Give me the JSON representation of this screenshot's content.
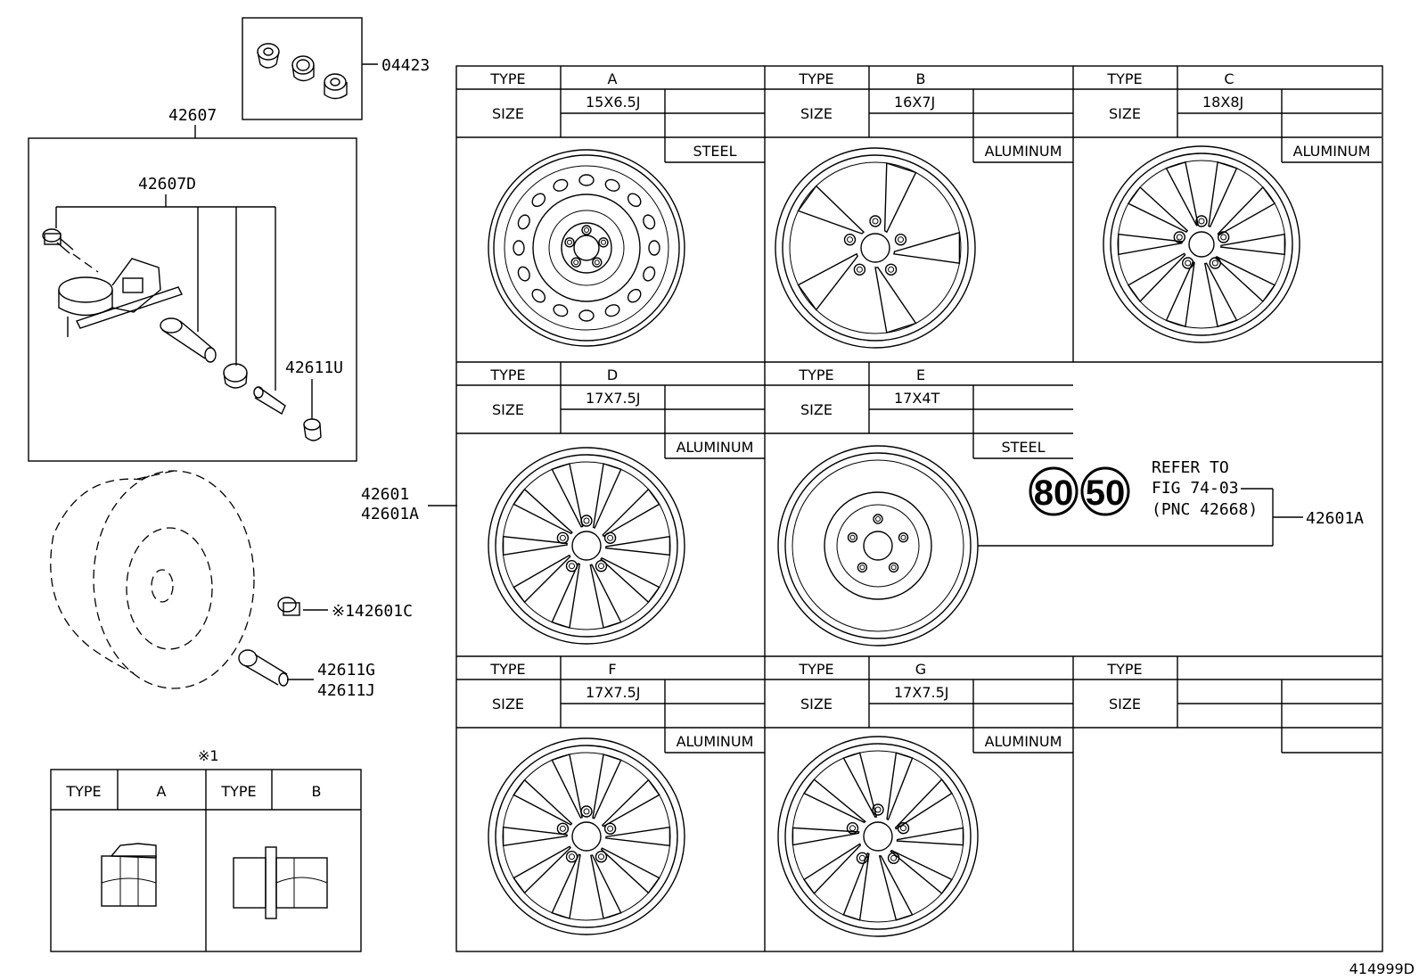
{
  "parts": {
    "p04423": "04423",
    "p42607": "42607",
    "p42607D": "42607D",
    "p42611U": "42611U",
    "p42601": "42601",
    "p42601A_left": "42601A",
    "p42601C": "※142601C",
    "p42611G": "42611G",
    "p42611J": "42611J",
    "p42601A_right": "42601A"
  },
  "refer": {
    "badge1": "80",
    "badge2": "50",
    "line1": "REFER TO",
    "line2": "FIG 74-03",
    "line3": "(PNC 42668)"
  },
  "nut_table": {
    "note": "※1",
    "type_label": "TYPE",
    "cols": [
      "A",
      "B"
    ]
  },
  "wheel_table": {
    "type_label": "TYPE",
    "size_label": "SIZE",
    "cells": [
      {
        "type": "A",
        "size": "15X6.5J",
        "material": "STEEL"
      },
      {
        "type": "B",
        "size": "16X7J",
        "material": "ALUMINUM"
      },
      {
        "type": "C",
        "size": "18X8J",
        "material": "ALUMINUM"
      },
      {
        "type": "D",
        "size": "17X7.5J",
        "material": "ALUMINUM"
      },
      {
        "type": "E",
        "size": "17X4T",
        "material": "STEEL"
      },
      {
        "type": "F",
        "size": "17X7.5J",
        "material": "ALUMINUM"
      },
      {
        "type": "G",
        "size": "17X7.5J",
        "material": "ALUMINUM"
      },
      {
        "type": "",
        "size": "",
        "material": ""
      }
    ]
  },
  "figure_id": "414999D"
}
